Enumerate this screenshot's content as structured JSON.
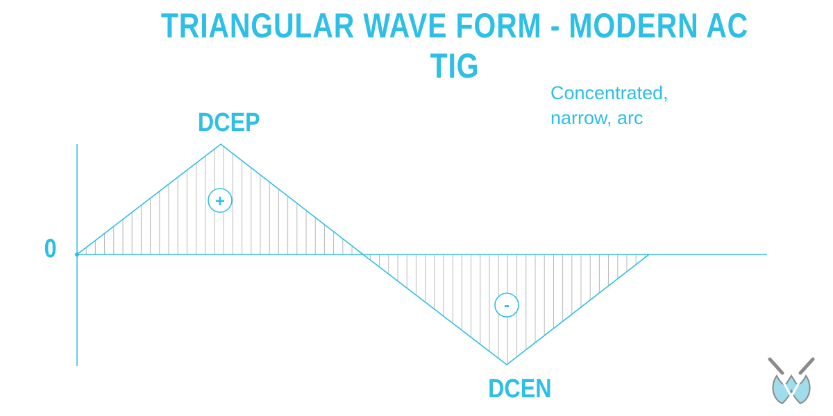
{
  "title": "TRIANGULAR WAVE FORM - MODERN AC TIG",
  "note_lines": [
    "Concentrated,",
    "narrow, arc"
  ],
  "labels": {
    "positive_peak": "DCEP",
    "negative_peak": "DCEN",
    "zero": "0",
    "positive_sign": "+",
    "negative_sign": "-"
  },
  "colors": {
    "accent": "#2dbfe6",
    "hatch": "#b8b8b8",
    "logo_grey": "#8a8a8a"
  },
  "icons": {
    "logo": "weld-logo-icon"
  }
}
